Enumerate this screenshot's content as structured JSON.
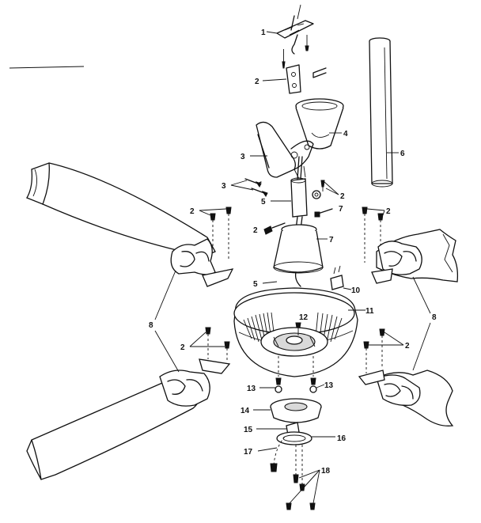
{
  "labels": {
    "p1": "1",
    "p2_top": "2",
    "p2_mid": "2",
    "p2_left_upper": "2",
    "p2_right_upper": "2",
    "p2_left_lower": "2",
    "p2_right_lower": "2",
    "p2_bolt": "2",
    "p3_upper": "3",
    "p3_lower": "3",
    "p4": "4",
    "p5_upper": "5",
    "p5_lower": "5",
    "p6": "6",
    "p7_upper": "7",
    "p7_lower": "7",
    "p8_left": "8",
    "p8_right": "8",
    "p10": "10",
    "p11": "11",
    "p12": "12",
    "p13_left": "13",
    "p13_right": "13",
    "p14": "14",
    "p15": "15",
    "p16": "16",
    "p17": "17",
    "p18": "18"
  }
}
